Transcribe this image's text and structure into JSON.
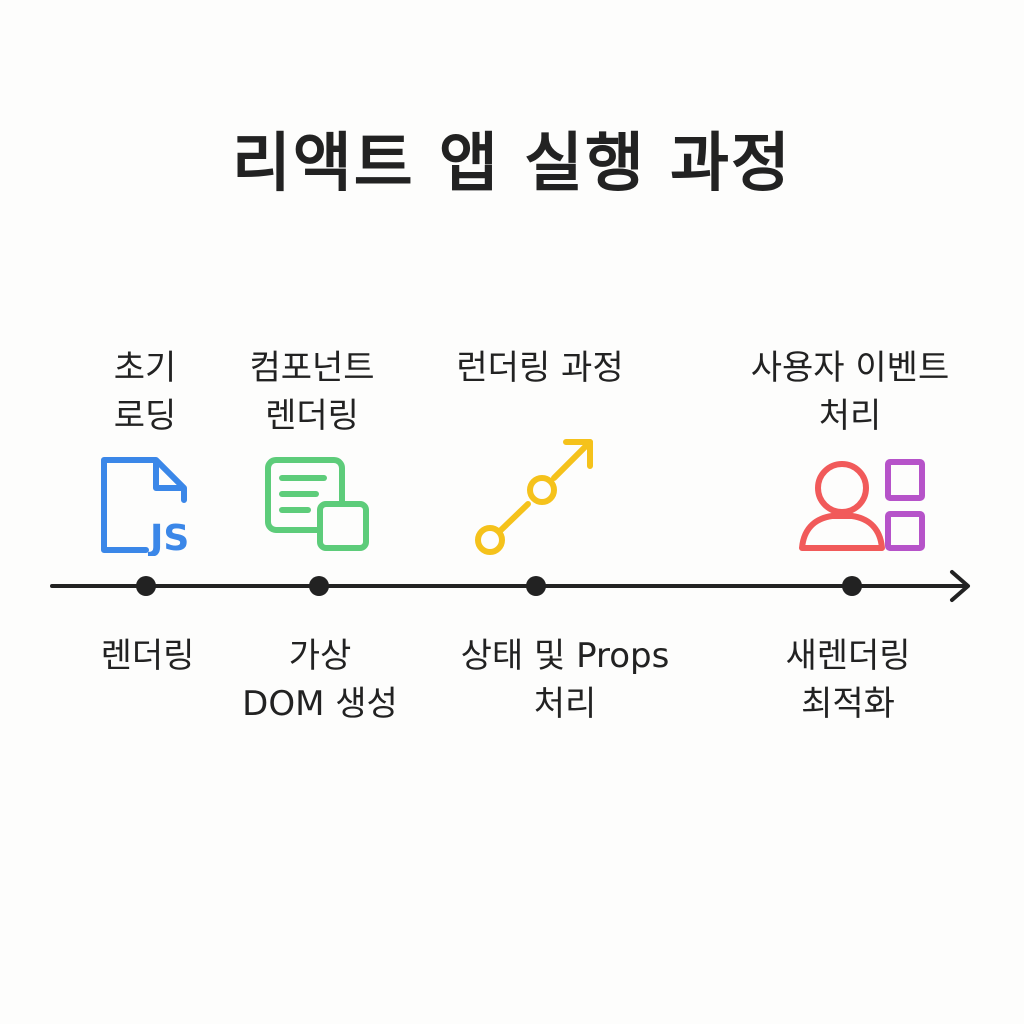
{
  "title": "리액트 앱 실행 과정",
  "top_labels": [
    "초기\n로딩",
    "컴포넌트\n렌더링",
    "런더링 과정",
    "사용자 이벤트\n처리"
  ],
  "bottom_labels": [
    "렌더링",
    "가상\nDOM 생성",
    "상태 및 Props\n처리",
    "새렌더링\n최적화"
  ],
  "icons": [
    {
      "name": "js-file-icon",
      "text": "JS",
      "color": "#3b87e8"
    },
    {
      "name": "component-panels-icon",
      "color": "#5dcc7a"
    },
    {
      "name": "flow-arrow-icon",
      "color": "#f5c21b"
    },
    {
      "name": "user-blocks-icon",
      "color": "#f15a5a",
      "accent": "#b653c9"
    }
  ],
  "timeline_color": "#222222"
}
